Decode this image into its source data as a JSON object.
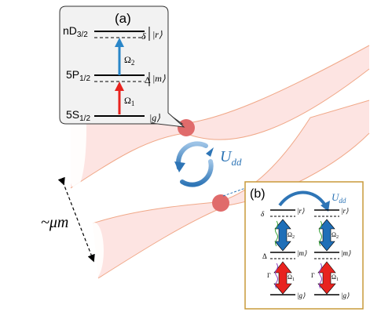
{
  "panel_a": {
    "tag": "(a)",
    "level_top": "nD",
    "level_top_sub": "3/2",
    "level_mid": "5P",
    "level_mid_sub": "1/2",
    "level_bottom": "5S",
    "level_bottom_sub": "1/2",
    "ket_r": "|r⟩",
    "ket_m": "|m⟩",
    "ket_g": "|g⟩",
    "delta_small": "δ",
    "delta_big": "Δ",
    "omega_main": "Ω",
    "omega_2_sub": "2",
    "omega_1_sub": "1"
  },
  "interaction": {
    "symbol": "U",
    "subscript": "dd"
  },
  "scale_label": "~μm",
  "panel_b": {
    "tag": "(b)",
    "u_symbol": "U",
    "u_subscript": "dd",
    "ket_r": "|r⟩",
    "ket_m": "|m⟩",
    "ket_g": "|g⟩",
    "delta_small": "δ",
    "delta_big": "Δ",
    "gamma": "Γ",
    "omega": "Ω",
    "omega_2_sub": "2",
    "omega_1_sub": "1"
  },
  "colors": {
    "beam_fill": "#fde4e2",
    "beam_edge": "#f0a888",
    "atom": "#e06b6b",
    "arrow_red": "#e8231f",
    "arrow_blue": "#2a86c8",
    "arrow_big_blue": "#1f6fb8",
    "decay_green": "#3aa53a",
    "decay_purple": "#8a3fbf",
    "callout_fill": "#f2f2f2",
    "panel_b_border": "#c99a3a",
    "interaction_arrow": "#5b9bd5",
    "interaction_text": "#2e75b6"
  }
}
